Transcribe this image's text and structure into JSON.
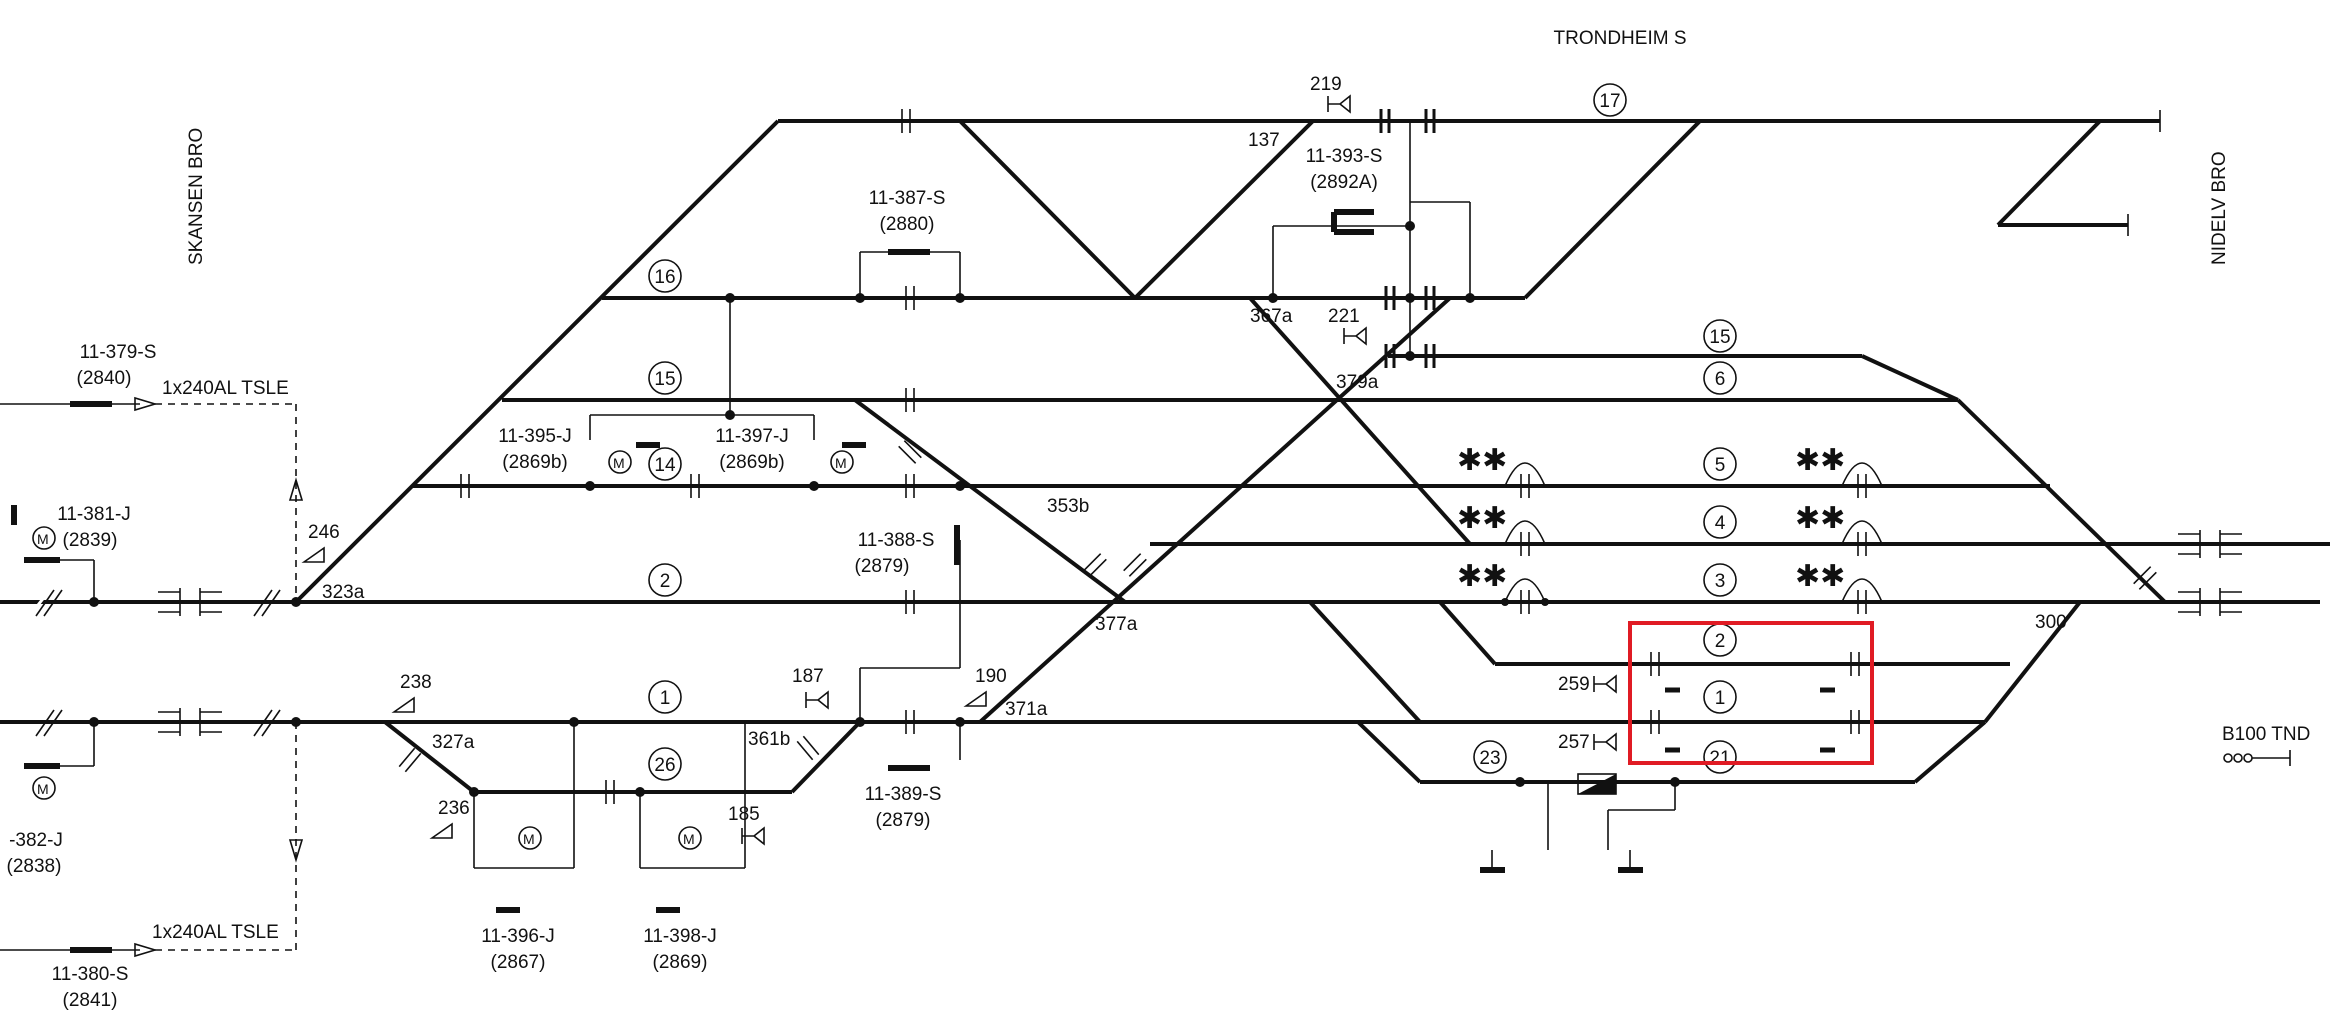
{
  "stations": {
    "top": "TRONDHEIM S",
    "left": "SKANSEN BRO",
    "right": "NIDELV BRO"
  },
  "track_numbers": {
    "t17": "17",
    "t16": "16",
    "t15a": "15",
    "t15b": "15",
    "t6": "6",
    "t14": "14",
    "t5": "5",
    "t4": "4",
    "t2": "2",
    "t3": "3",
    "t1": "1",
    "t26": "26",
    "t23": "23",
    "r2": "2",
    "r1": "1",
    "t21": "21"
  },
  "switches": {
    "s137": "137",
    "s367a": "367a",
    "s379a": "379a",
    "s353b": "353b",
    "s323a": "323a",
    "s377a": "377a",
    "s327a": "327a",
    "s361b": "361b",
    "s371a": "371a",
    "s300": "300"
  },
  "signals": {
    "s219": "219",
    "s221": "221",
    "s246": "246",
    "s238": "238",
    "s187": "187",
    "s190": "190",
    "s236": "236",
    "s185": "185",
    "s259": "259",
    "s257": "257"
  },
  "equipment": {
    "e379_id": "11-379-S",
    "e379_no": "(2840)",
    "e381_id": "11-381-J",
    "e381_no": "(2839)",
    "e382_id": "-382-J",
    "e382_no": "(2838)",
    "e380_id": "11-380-S",
    "e380_no": "(2841)",
    "e395_id": "11-395-J",
    "e395_no": "(2869b)",
    "e397_id": "11-397-J",
    "e397_no": "(2869b)",
    "e387_id": "11-387-S",
    "e387_no": "(2880)",
    "e393_id": "11-393-S",
    "e393_no": "(2892A)",
    "e388_id": "11-388-S",
    "e388_no": "(2879)",
    "e389_id": "11-389-S",
    "e389_no": "(2879)",
    "e396_id": "11-396-J",
    "e396_no": "(2867)",
    "e398_id": "11-398-J",
    "e398_no": "(2869)"
  },
  "cables": {
    "top": "1x240AL TSLE",
    "bottom": "1x240AL TSLE"
  },
  "feeder": {
    "label": "B100 TND"
  },
  "motor_symbol": "M",
  "highlight_color": "#e01b24"
}
